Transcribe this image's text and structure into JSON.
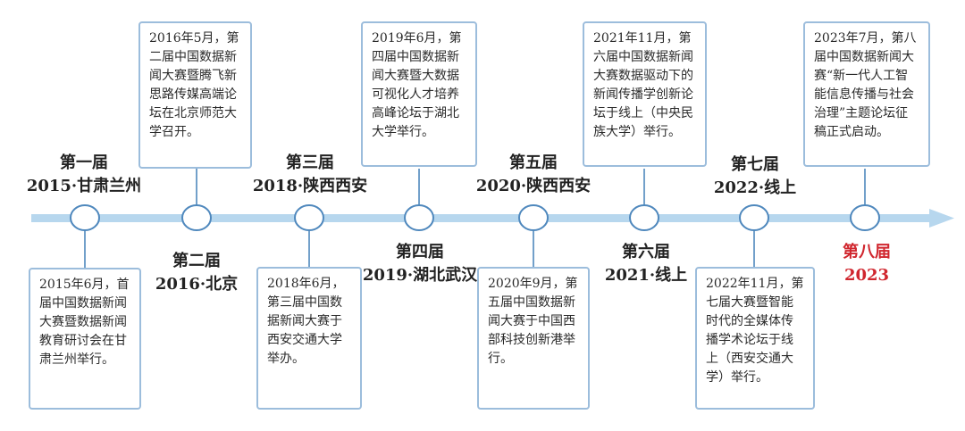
{
  "colors": {
    "axis": "#b7d7ee",
    "node_stroke": "#4f88bd",
    "box_border": "#9cbddc",
    "current": "#d0262e"
  },
  "events": [
    {
      "edition": "第一届",
      "year_place": "2015·甘肃兰州",
      "description": "2015年6月，首届中国数据新闻大赛暨数据新闻教育研讨会在甘肃兰州举行。"
    },
    {
      "edition": "第二届",
      "year_place": "2016·北京",
      "description": "2016年5月，第二届中国数据新闻大赛暨腾飞新思路传媒高端论坛在北京师范大学召开。"
    },
    {
      "edition": "第三届",
      "year_place": "2018·陕西西安",
      "description": "2018年6月，第三届中国数据新闻大赛于西安交通大学举办。"
    },
    {
      "edition": "第四届",
      "year_place": "2019·湖北武汉",
      "description": "2019年6月，第四届中国数据新闻大赛暨大数据可视化人才培养高峰论坛于湖北大学举行。"
    },
    {
      "edition": "第五届",
      "year_place": "2020·陕西西安",
      "description": "2020年9月，第五届中国数据新闻大赛于中国西部科技创新港举行。"
    },
    {
      "edition": "第六届",
      "year_place": "2021·线上",
      "description": "2021年11月，第六届中国数据新闻大赛数据驱动下的新闻传播学创新论坛于线上（中央民族大学）举行。"
    },
    {
      "edition": "第七届",
      "year_place": "2022·线上",
      "description": "2022年11月，第七届大赛暨智能时代的全媒体传播学术论坛于线上（西安交通大学）举行。"
    },
    {
      "edition": "第八届",
      "year_place": "2023",
      "description": "2023年7月，第八届中国数据新闻大赛“新一代人工智能信息传播与社会治理”主题论坛征稿正式启动。"
    }
  ]
}
